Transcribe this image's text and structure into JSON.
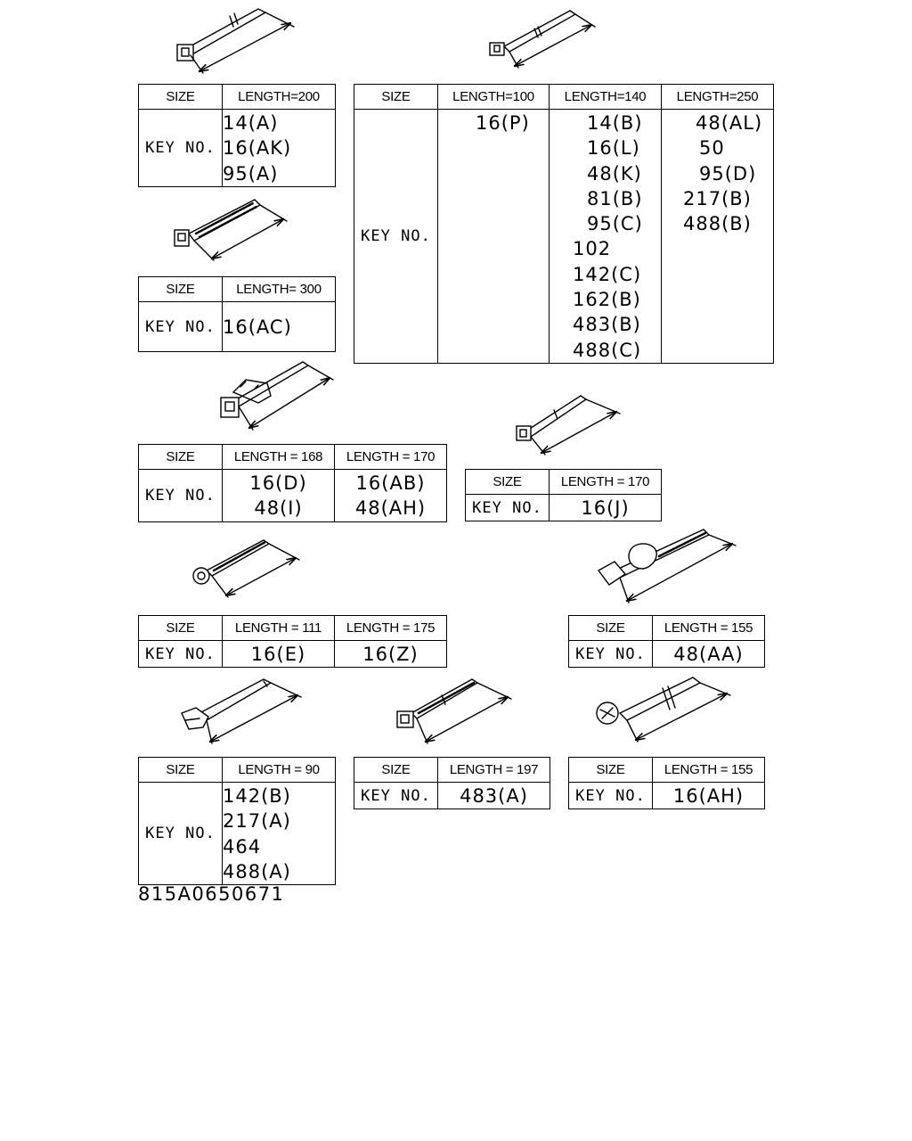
{
  "tables": [
    {
      "size_label": "SIZE",
      "key_label": "KEY NO.",
      "columns": [
        {
          "header": "LENGTH=200",
          "values": [
            "14(A)",
            "16(AK)",
            "95(A)"
          ]
        }
      ]
    },
    {
      "size_label": "SIZE",
      "key_label": "KEY NO.",
      "columns": [
        {
          "header": "LENGTH=100",
          "values": [
            "16(P)"
          ]
        },
        {
          "header": "LENGTH=140",
          "values": [
            "14(B)",
            "16(L)",
            "48(K)",
            "81(B)",
            "95(C)",
            "102",
            "142(C)",
            "162(B)",
            "483(B)",
            "488(C)"
          ]
        },
        {
          "header": "LENGTH=250",
          "values": [
            "48(AL)",
            "50",
            "95(D)",
            "217(B)",
            "488(B)"
          ]
        }
      ]
    },
    {
      "size_label": "SIZE",
      "key_label": "KEY NO.",
      "columns": [
        {
          "header": "LENGTH= 300",
          "values": [
            "16(AC)"
          ]
        }
      ]
    },
    {
      "size_label": "SIZE",
      "key_label": "KEY NO.",
      "columns": [
        {
          "header": "LENGTH = 168",
          "values": [
            "16(D)",
            "48(I)"
          ]
        },
        {
          "header": "LENGTH = 170",
          "values": [
            "16(AB)",
            "48(AH)"
          ]
        }
      ]
    },
    {
      "size_label": "SIZE",
      "key_label": "KEY NO.",
      "columns": [
        {
          "header": "LENGTH = 170",
          "values": [
            "16(J)"
          ]
        }
      ]
    },
    {
      "size_label": "SIZE",
      "key_label": "KEY NO.",
      "columns": [
        {
          "header": "LENGTH = 111",
          "values": [
            "16(E)"
          ]
        },
        {
          "header": "LENGTH = 175",
          "values": [
            "16(Z)"
          ]
        }
      ]
    },
    {
      "size_label": "SIZE",
      "key_label": "KEY NO.",
      "columns": [
        {
          "header": "LENGTH = 155",
          "values": [
            "48(AA)"
          ]
        }
      ]
    },
    {
      "size_label": "SIZE",
      "key_label": "KEY NO.",
      "columns": [
        {
          "header": "LENGTH = 90",
          "values": [
            "142(B)",
            "217(A)",
            "464",
            "488(A)"
          ]
        }
      ]
    },
    {
      "size_label": "SIZE",
      "key_label": "KEY NO.",
      "columns": [
        {
          "header": "LENGTH = 197",
          "values": [
            "483(A)"
          ]
        }
      ]
    },
    {
      "size_label": "SIZE",
      "key_label": "KEY NO.",
      "columns": [
        {
          "header": "LENGTH = 155",
          "values": [
            "16(AH)"
          ]
        }
      ]
    }
  ],
  "illustrations": [
    "cable-tie-clip-200",
    "cable-tie-clip-100-140-250",
    "cable-tie-ratchet-300",
    "cable-tie-bracket-168-170",
    "cable-tie-clip-170",
    "cable-tie-round-111-175",
    "cable-tie-edge-clip-155",
    "cable-tie-clamp-90",
    "cable-tie-long-197",
    "cable-tie-round-head-155"
  ],
  "diagram_code": "815A0650671"
}
